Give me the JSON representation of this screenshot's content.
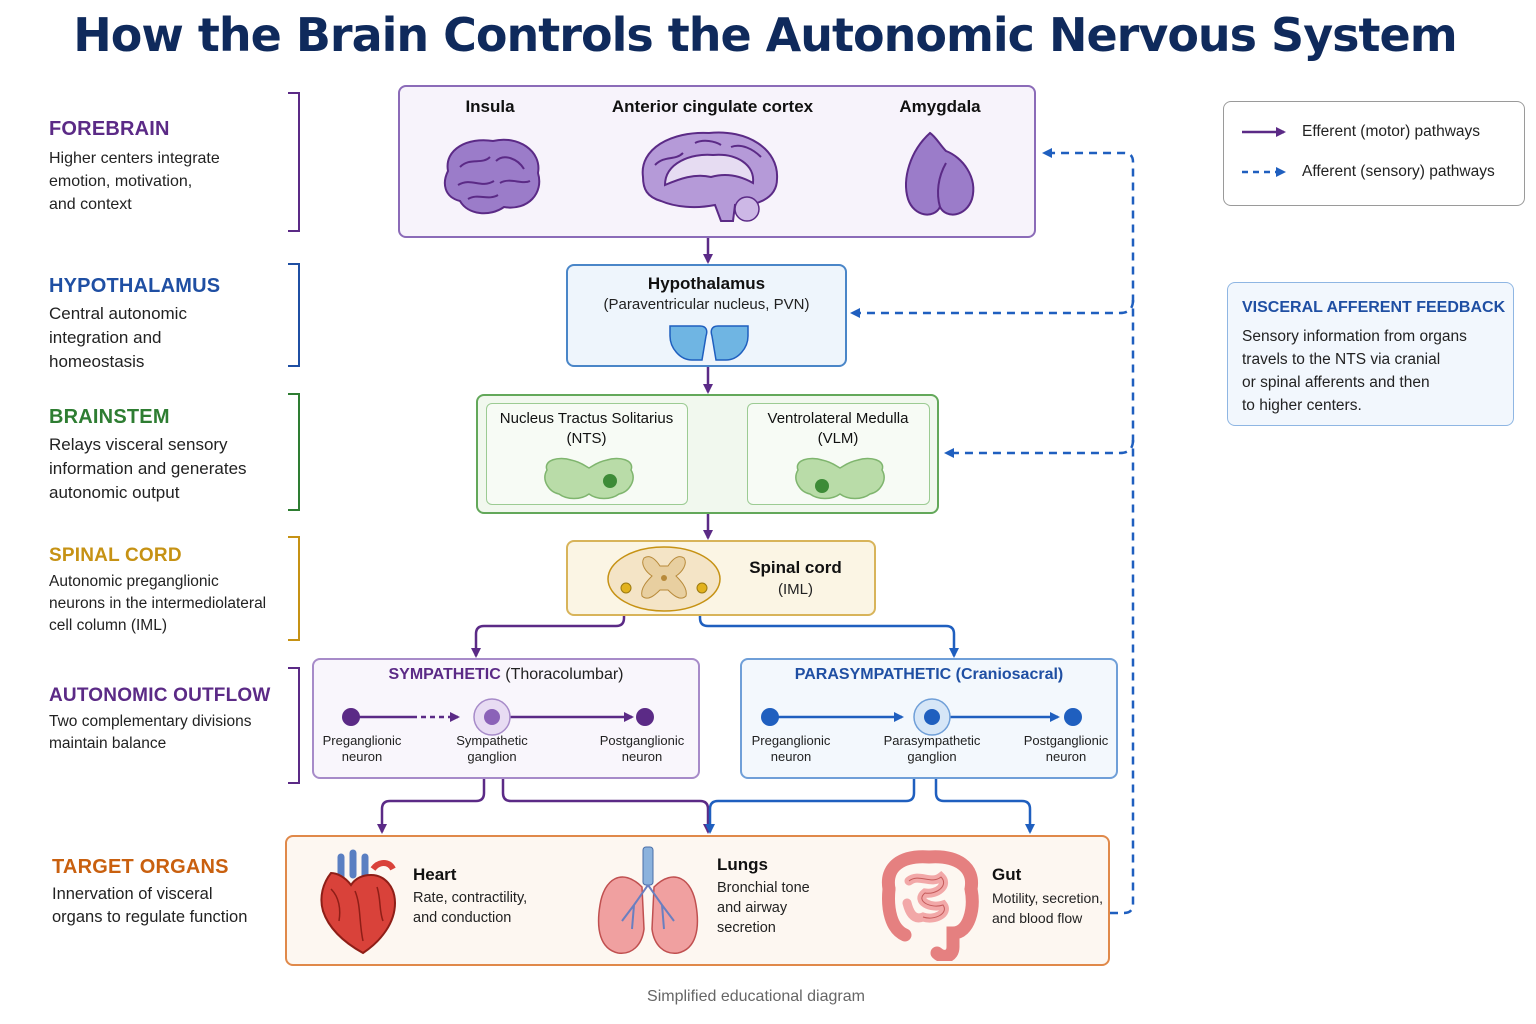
{
  "title": "How the Brain Controls the Autonomic Nervous System",
  "sections": {
    "forebrain": {
      "heading": "FOREBRAIN",
      "desc": [
        "Higher centers integrate",
        "emotion, motivation,",
        "and context"
      ],
      "color": "#5b2a86"
    },
    "hypothalamus": {
      "heading": "HYPOTHALAMUS",
      "desc": [
        "Central autonomic",
        "integration and",
        "homeostasis"
      ],
      "color": "#1f4fa3"
    },
    "brainstem": {
      "heading": "BRAINSTEM",
      "desc": [
        "Relays visceral sensory",
        "information and generates",
        "autonomic output"
      ],
      "color": "#2e7d32"
    },
    "spinal": {
      "heading": "SPINAL CORD",
      "desc": [
        "Autonomic preganglionic",
        "neurons in the intermediolateral",
        "cell column (IML)"
      ],
      "color": "#c69214"
    },
    "outflow": {
      "heading": "AUTONOMIC OUTFLOW",
      "desc": [
        "Two complementary divisions",
        "maintain balance"
      ],
      "color": "#5b2a86"
    },
    "targets": {
      "heading": "TARGET ORGANS",
      "desc": [
        "Innervation of visceral",
        "organs to regulate function"
      ],
      "color": "#c9600f"
    }
  },
  "forebrain_box": {
    "insula": "Insula",
    "acc": "Anterior cingulate cortex",
    "amygdala": "Amygdala"
  },
  "hypothalamus_box": {
    "name": "Hypothalamus",
    "sub": "(Paraventricular nucleus, PVN)"
  },
  "brainstem_box": {
    "nts_name": "Nucleus Tractus Solitarius",
    "nts_abbr": "(NTS)",
    "vlm_name": "Ventrolateral Medulla",
    "vlm_abbr": "(VLM)"
  },
  "spinal_box": {
    "name": "Spinal cord",
    "sub": "(IML)"
  },
  "sympathetic": {
    "title_bold": "SYMPATHETIC",
    "title_rest": "(Thoracolumbar)",
    "pre": [
      "Preganglionic",
      "neuron"
    ],
    "ganglion": [
      "Sympathetic",
      "ganglion"
    ],
    "post": [
      "Postganglionic",
      "neuron"
    ]
  },
  "parasympathetic": {
    "title_bold": "PARASYMPATHETIC",
    "title_rest": "(Craniosacral)",
    "pre": [
      "Preganglionic",
      "neuron"
    ],
    "ganglion": [
      "Parasympathetic",
      "ganglion"
    ],
    "post": [
      "Postganglionic",
      "neuron"
    ]
  },
  "organs": {
    "heart": {
      "name": "Heart",
      "desc": [
        "Rate, contractility,",
        "and conduction"
      ]
    },
    "lungs": {
      "name": "Lungs",
      "desc": [
        "Bronchial tone",
        "and airway",
        "secretion"
      ]
    },
    "gut": {
      "name": "Gut",
      "desc": [
        "Motility, secretion,",
        "and blood flow"
      ]
    }
  },
  "legend": {
    "efferent": "Efferent (motor) pathways",
    "afferent": "Afferent (sensory) pathways"
  },
  "feedback": {
    "heading": "VISCERAL AFFERENT FEEDBACK",
    "lines": [
      "Sensory information from organs",
      "travels to the NTS via cranial",
      "or spinal afferents and then",
      "to higher centers."
    ]
  },
  "footer": "Simplified educational diagram",
  "colors": {
    "efferent": "#5b2a86",
    "afferent": "#1f5fbf",
    "brainstem": "#2e7d32",
    "organ_border": "#d9732a"
  }
}
